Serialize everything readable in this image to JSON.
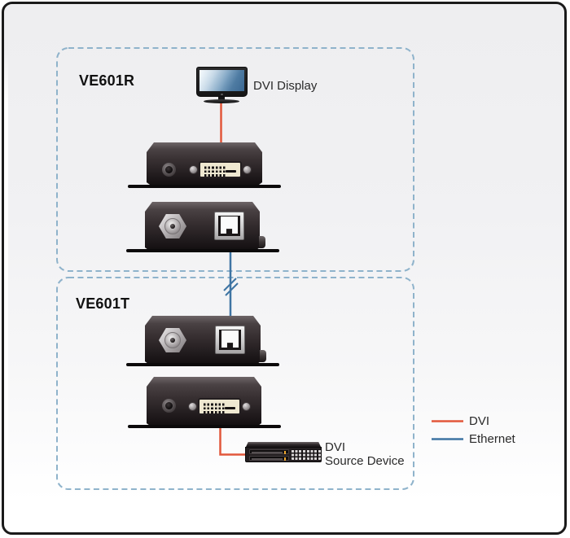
{
  "groups": {
    "receiver": {
      "label": "VE601R"
    },
    "transmitter": {
      "label": "VE601T"
    }
  },
  "display": {
    "label": "DVI Display"
  },
  "source": {
    "line1": "DVI",
    "line2": "Source Device"
  },
  "legend": {
    "items": [
      {
        "label": "DVI",
        "color": "#E2573B"
      },
      {
        "label": "Ethernet",
        "color": "#3E74A3"
      }
    ]
  },
  "colors": {
    "dvi": "#E2573B",
    "ethernet": "#3E74A3",
    "dashed_box": "#8FB3CB"
  }
}
